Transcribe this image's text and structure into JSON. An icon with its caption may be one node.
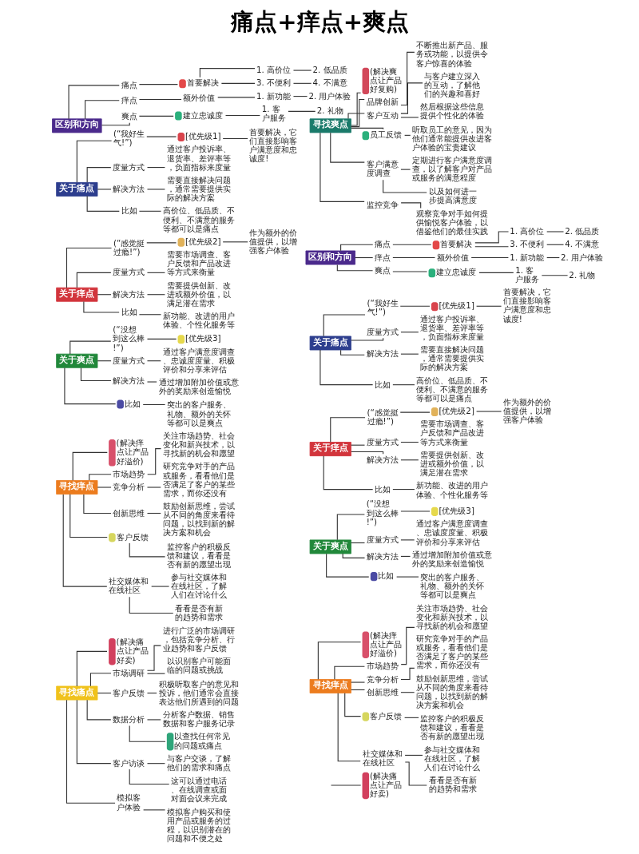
{
  "diagram": {
    "title": "痛点+痒点+爽点",
    "nodes": [
      {
        "text": [
          "区别和方向"
        ]
      },
      {
        "text": [
          "痛点"
        ]
      },
      {
        "text": [
          "首要解决"
        ]
      },
      {
        "text": [
          "1. 高价位"
        ]
      },
      {
        "text": [
          "2. 低品质"
        ]
      },
      {
        "text": [
          "3. 不便利"
        ]
      },
      {
        "text": [
          "4. 不满意"
        ]
      },
      {
        "text": [
          "痒点"
        ]
      },
      {
        "text": [
          "额外价值"
        ]
      },
      {
        "text": [
          "1. 新功能"
        ]
      },
      {
        "text": [
          "2. 用户体验"
        ]
      },
      {
        "text": [
          "爽点"
        ]
      },
      {
        "text": [
          "建立忠诚度"
        ]
      },
      {
        "text": [
          "1. 客户服务"
        ]
      },
      {
        "text": [
          "2. 礼物"
        ]
      },
      {
        "text": [
          "关于痛点"
        ]
      },
      {
        "text": [
          "(“我好生气!”)"
        ]
      },
      {
        "text": [
          "[优先级1]"
        ]
      },
      {
        "text": [
          "首要解决，它们直接影响客户满意度和忠诚度!"
        ]
      },
      {
        "text": [
          "度量方式"
        ]
      },
      {
        "text": [
          "通过客户投诉率、退货率、差评率等，负面指标来度量"
        ]
      },
      {
        "text": [
          "解决方法"
        ]
      },
      {
        "text": [
          "需要直接解决问题，通常需要提供实际的解决方案"
        ]
      },
      {
        "text": [
          "比如"
        ]
      },
      {
        "text": [
          "高价位、低品质、不便利、不满意的服务等都可以是痛点"
        ]
      },
      {
        "text": [
          "关于痒点"
        ]
      },
      {
        "text": [
          "(“感觉挺过瘾!”)"
        ]
      },
      {
        "text": [
          "[优先级2]"
        ]
      },
      {
        "text": [
          "作为额外的价值提供，以增强客户体验"
        ]
      },
      {
        "text": [
          "度量方式"
        ]
      },
      {
        "text": [
          "需要市场调查、客户反馈和产品改进等方式来衡量"
        ]
      },
      {
        "text": [
          "解决方法"
        ]
      },
      {
        "text": [
          "需要提供创新、改进或额外价值，以满足潜在需求"
        ]
      },
      {
        "text": [
          "比如"
        ]
      },
      {
        "text": [
          "新功能、改进的用户体验、个性化服务等"
        ]
      },
      {
        "text": [
          "关于爽点"
        ]
      },
      {
        "text": [
          "(“没想到这么棒!”)"
        ]
      },
      {
        "text": [
          "[优先级3]"
        ]
      },
      {
        "text": [
          "度量方式"
        ]
      },
      {
        "text": [
          "通过客户满意度调查、忠诚度度量、积极评价和分享来评估"
        ]
      },
      {
        "text": [
          "解决方法"
        ]
      },
      {
        "text": [
          "通过增加附加价值或意外的奖励来创造愉悦"
        ]
      },
      {
        "text": [
          "比如"
        ]
      },
      {
        "text": [
          "突出的客户服务、礼物、额外的关怀等都可以是爽点"
        ]
      },
      {
        "text": [
          "寻找痒点"
        ]
      },
      {
        "text": [
          "(解决痒点让产品好溢价)"
        ]
      },
      {
        "text": [
          "市场趋势"
        ]
      },
      {
        "text": [
          "关注市场趋势、社会变化和新兴技术，以寻找新的机会和愿望"
        ]
      },
      {
        "text": [
          "竞争分析"
        ]
      },
      {
        "text": [
          "研究竞争对手的产品或服务，看看他们是否满足了客户的某些需求，而你还没有"
        ]
      },
      {
        "text": [
          "创新思维"
        ]
      },
      {
        "text": [
          "鼓励创新思维，尝试从不同的角度来看待问题，以找到新的解决方案和机会"
        ]
      },
      {
        "text": [
          "客户反馈"
        ]
      },
      {
        "text": [
          "监控客户的积极反馈和建议，看看是否有新的愿望出现"
        ]
      },
      {
        "text": [
          "社交媒体和在线社区"
        ]
      },
      {
        "text": [
          "参与社交媒体和在线社区，了解人们在讨论什么"
        ]
      },
      {
        "text": [
          "看看是否有新的趋势和需求"
        ]
      },
      {
        "text": [
          "寻找痛点"
        ]
      },
      {
        "text": [
          "(解决痛点让产品好卖)"
        ]
      },
      {
        "text": [
          "市场调研"
        ]
      },
      {
        "text": [
          "进行广泛的市场调研，包括竞争分析、行业趋势和客户反馈"
        ]
      },
      {
        "text": [
          "以识别客户可能面临的问题或挑战"
        ]
      },
      {
        "text": [
          "客户反馈"
        ]
      },
      {
        "text": [
          "积极听取客户的意见和投诉，他们通常会直接表达他们所遇到的问题"
        ]
      },
      {
        "text": [
          "数据分析"
        ]
      },
      {
        "text": [
          "分析客户数据、销售数据和客户服务记录"
        ]
      },
      {
        "text": [
          "以查找任何常见的问题或痛点"
        ]
      },
      {
        "text": [
          "客户访谈"
        ]
      },
      {
        "text": [
          "与客户交谈，了解他们的需求和痛点"
        ]
      },
      {
        "text": [
          "这可以通过电话、在线调查或面对面会议来完成"
        ]
      },
      {
        "text": [
          "模拟客户体验"
        ]
      },
      {
        "text": [
          "模拟客户购买和使用产品或服务的过程，以识别潜在的问题和不便之处"
        ]
      },
      {
        "text": [
          "寻找爽点"
        ]
      },
      {
        "text": [
          "(解决爽点让产品好复购)"
        ]
      },
      {
        "text": [
          "品牌创新"
        ]
      },
      {
        "text": [
          "不断推出新产品、服务或功能，以提供令客户惊喜的体验"
        ]
      },
      {
        "text": [
          "客户互动"
        ]
      },
      {
        "text": [
          "与客户建立深入的互动，了解他们的兴趣和喜好"
        ]
      },
      {
        "text": [
          "然后根据这些信息提供个性化的体验"
        ]
      },
      {
        "text": [
          "员工反馈"
        ]
      },
      {
        "text": [
          "听取员工的意见，因为他们通常能提供改进客户体验的宝贵建议"
        ]
      },
      {
        "text": [
          "客户满意度调查"
        ]
      },
      {
        "text": [
          "定期进行客户满意度调查，以了解客户对产品或服务的满意程度"
        ]
      },
      {
        "text": [
          "以及如何进一步提高满意度"
        ]
      },
      {
        "text": [
          "监控竞争"
        ]
      },
      {
        "text": [
          "观察竞争对手如何提供愉悦客户体验，以借鉴他们的最佳实践"
        ]
      },
      {
        "text": [
          "区别和方向"
        ]
      },
      {
        "text": [
          "痛点"
        ]
      },
      {
        "text": [
          "首要解决"
        ]
      },
      {
        "text": [
          "1. 高价位"
        ]
      },
      {
        "text": [
          "2. 低品质"
        ]
      },
      {
        "text": [
          "3. 不便利"
        ]
      },
      {
        "text": [
          "4. 不满意"
        ]
      },
      {
        "text": [
          "痒点"
        ]
      },
      {
        "text": [
          "额外价值"
        ]
      },
      {
        "text": [
          "1. 新功能"
        ]
      },
      {
        "text": [
          "2. 用户体验"
        ]
      },
      {
        "text": [
          "爽点"
        ]
      },
      {
        "text": [
          "建立忠诚度"
        ]
      },
      {
        "text": [
          "1. 客户服务"
        ]
      },
      {
        "text": [
          "2. 礼物"
        ]
      },
      {
        "text": [
          "关于痛点"
        ]
      },
      {
        "text": [
          "(“我好生气!”)"
        ]
      },
      {
        "text": [
          "[优先级1]"
        ]
      },
      {
        "text": [
          "首要解决，它们直接影响客户满意度和忠诚度!"
        ]
      },
      {
        "text": [
          "度量方式"
        ]
      },
      {
        "text": [
          "通过客户投诉率、退货率、差评率等，负面指标来度量"
        ]
      },
      {
        "text": [
          "解决方法"
        ]
      },
      {
        "text": [
          "需要直接解决问题，通常需要提供实际的解决方案"
        ]
      },
      {
        "text": [
          "比如"
        ]
      },
      {
        "text": [
          "高价位、低品质、不便利、不满意的服务等都可以是痛点"
        ]
      },
      {
        "text": [
          "关于痒点"
        ]
      },
      {
        "text": [
          "(“感觉挺过瘾!”)"
        ]
      },
      {
        "text": [
          "[优先级2]"
        ]
      },
      {
        "text": [
          "作为额外的价值提供，以增强客户体验"
        ]
      },
      {
        "text": [
          "度量方式"
        ]
      },
      {
        "text": [
          "需要市场调查、客户反馈和产品改进等方式来衡量"
        ]
      },
      {
        "text": [
          "解决方法"
        ]
      },
      {
        "text": [
          "需要提供创新、改进或额外价值，以满足潜在需求"
        ]
      },
      {
        "text": [
          "比如"
        ]
      },
      {
        "text": [
          "新功能、改进的用户体验、个性化服务等"
        ]
      },
      {
        "text": [
          "关于爽点"
        ]
      },
      {
        "text": [
          "(“没想到这么棒!”)"
        ]
      },
      {
        "text": [
          "[优先级3]"
        ]
      },
      {
        "text": [
          "度量方式"
        ]
      },
      {
        "text": [
          "通过客户满意度调查、忠诚度度量、积极评价和分享来评估"
        ]
      },
      {
        "text": [
          "解决方法"
        ]
      },
      {
        "text": [
          "通过增加附加价值或意外的奖励来创造愉悦"
        ]
      },
      {
        "text": [
          "比如"
        ]
      },
      {
        "text": [
          "突出的客户服务、礼物、额外的关怀等都可以是爽点"
        ]
      },
      {
        "text": [
          "寻找痒点"
        ]
      },
      {
        "text": [
          "(解决痒点让产品好溢价)"
        ]
      },
      {
        "text": [
          "市场趋势"
        ]
      },
      {
        "text": [
          "关注市场趋势、社会变化和新兴技术，以寻找新的机会和愿望"
        ]
      },
      {
        "text": [
          "竞争分析"
        ]
      },
      {
        "text": [
          "研究竞争对手的产品或服务，看看他们是否满足了客户的某些需求，而你还没有"
        ]
      },
      {
        "text": [
          "创新思维"
        ]
      },
      {
        "text": [
          "鼓励创新思维，尝试从不同的角度来看待问题，以找到新的解决方案和机会"
        ]
      },
      {
        "text": [
          "客户反馈"
        ]
      },
      {
        "text": [
          "监控客户的积极反馈和建议，看看是否有新的愿望出现"
        ]
      },
      {
        "text": [
          "社交媒体和在线社区"
        ]
      },
      {
        "text": [
          "参与社交媒体和在线社区，了解人们在讨论什么"
        ]
      },
      {
        "text": [
          "看看是否有新的趋势和需求"
        ]
      },
      {
        "text": [
          "(解决痛点让产品好卖)"
        ]
      }
    ],
    "edges": [
      {
        "from": 0,
        "to": 1,
        "arrow": "none"
      },
      {
        "from": 1,
        "to": 2,
        "arrow": "none"
      },
      {
        "from": 2,
        "to": 3,
        "arrow": "none"
      },
      {
        "from": 3,
        "to": 4,
        "arrow": "none"
      },
      {
        "from": 2,
        "to": 5,
        "arrow": "none"
      },
      {
        "from": 5,
        "to": 6,
        "arrow": "none"
      },
      {
        "from": 0,
        "to": 7,
        "arrow": "none"
      },
      {
        "from": 7,
        "to": 8,
        "arrow": "none"
      },
      {
        "from": 8,
        "to": 9,
        "arrow": "none"
      },
      {
        "from": 9,
        "to": 10,
        "arrow": "none"
      },
      {
        "from": 0,
        "to": 11,
        "arrow": "none"
      },
      {
        "from": 11,
        "to": 12,
        "arrow": "none"
      },
      {
        "from": 12,
        "to": 13,
        "arrow": "none"
      },
      {
        "from": 13,
        "to": 14,
        "arrow": "none"
      },
      {
        "from": 15,
        "to": 16,
        "arrow": "none"
      },
      {
        "from": 16,
        "to": 17,
        "arrow": "none"
      },
      {
        "from": 17,
        "to": 18,
        "arrow": "none"
      },
      {
        "from": 15,
        "to": 19,
        "arrow": "none"
      },
      {
        "from": 19,
        "to": 20,
        "arrow": "none"
      },
      {
        "from": 15,
        "to": 21,
        "arrow": "none"
      },
      {
        "from": 21,
        "to": 22,
        "arrow": "none"
      },
      {
        "from": 15,
        "to": 23,
        "arrow": "none"
      },
      {
        "from": 23,
        "to": 24,
        "arrow": "none"
      },
      {
        "from": 25,
        "to": 26,
        "arrow": "none"
      },
      {
        "from": 26,
        "to": 27,
        "arrow": "none"
      },
      {
        "from": 27,
        "to": 28,
        "arrow": "none"
      },
      {
        "from": 25,
        "to": 29,
        "arrow": "none"
      },
      {
        "from": 29,
        "to": 30,
        "arrow": "none"
      },
      {
        "from": 25,
        "to": 31,
        "arrow": "none"
      },
      {
        "from": 31,
        "to": 32,
        "arrow": "none"
      },
      {
        "from": 25,
        "to": 33,
        "arrow": "none"
      },
      {
        "from": 33,
        "to": 34,
        "arrow": "none"
      },
      {
        "from": 35,
        "to": 36,
        "arrow": "none"
      },
      {
        "from": 36,
        "to": 37,
        "arrow": "none"
      },
      {
        "from": 35,
        "to": 38,
        "arrow": "none"
      },
      {
        "from": 38,
        "to": 39,
        "arrow": "none"
      },
      {
        "from": 35,
        "to": 40,
        "arrow": "none"
      },
      {
        "from": 40,
        "to": 41,
        "arrow": "none"
      },
      {
        "from": 35,
        "to": 42,
        "arrow": "none"
      },
      {
        "from": 42,
        "to": 43,
        "arrow": "none"
      },
      {
        "from": 44,
        "to": 45,
        "arrow": "none"
      },
      {
        "from": 44,
        "to": 46,
        "arrow": "none"
      },
      {
        "from": 46,
        "to": 47,
        "arrow": "none"
      },
      {
        "from": 44,
        "to": 48,
        "arrow": "none"
      },
      {
        "from": 48,
        "to": 49,
        "arrow": "none"
      },
      {
        "from": 44,
        "to": 50,
        "arrow": "none"
      },
      {
        "from": 50,
        "to": 51,
        "arrow": "none"
      },
      {
        "from": 44,
        "to": 52,
        "arrow": "none"
      },
      {
        "from": 52,
        "to": 53,
        "arrow": "none"
      },
      {
        "from": 44,
        "to": 54,
        "arrow": "none"
      },
      {
        "from": 54,
        "to": 55,
        "arrow": "none"
      },
      {
        "from": 54,
        "to": 56,
        "arrow": "none"
      },
      {
        "from": 57,
        "to": 58,
        "arrow": "none"
      },
      {
        "from": 57,
        "to": 59,
        "arrow": "none"
      },
      {
        "from": 59,
        "to": 60,
        "arrow": "none"
      },
      {
        "from": 59,
        "to": 61,
        "arrow": "none"
      },
      {
        "from": 57,
        "to": 62,
        "arrow": "none"
      },
      {
        "from": 62,
        "to": 63,
        "arrow": "none"
      },
      {
        "from": 57,
        "to": 64,
        "arrow": "none"
      },
      {
        "from": 64,
        "to": 65,
        "arrow": "none"
      },
      {
        "from": 64,
        "to": 66,
        "arrow": "none"
      },
      {
        "from": 57,
        "to": 67,
        "arrow": "none"
      },
      {
        "from": 67,
        "to": 68,
        "arrow": "none"
      },
      {
        "from": 67,
        "to": 69,
        "arrow": "none"
      },
      {
        "from": 57,
        "to": 70,
        "arrow": "none"
      },
      {
        "from": 70,
        "to": 71,
        "arrow": "none"
      },
      {
        "from": 72,
        "to": 73,
        "arrow": "none"
      },
      {
        "from": 72,
        "to": 74,
        "arrow": "none"
      },
      {
        "from": 74,
        "to": 75,
        "arrow": "none"
      },
      {
        "from": 72,
        "to": 76,
        "arrow": "none"
      },
      {
        "from": 76,
        "to": 77,
        "arrow": "none"
      },
      {
        "from": 76,
        "to": 78,
        "arrow": "none"
      },
      {
        "from": 72,
        "to": 79,
        "arrow": "none"
      },
      {
        "from": 79,
        "to": 80,
        "arrow": "none"
      },
      {
        "from": 72,
        "to": 81,
        "arrow": "none"
      },
      {
        "from": 81,
        "to": 82,
        "arrow": "none"
      },
      {
        "from": 81,
        "to": 83,
        "arrow": "none"
      },
      {
        "from": 72,
        "to": 84,
        "arrow": "none"
      },
      {
        "from": 84,
        "to": 85,
        "arrow": "none"
      },
      {
        "from": 86,
        "to": 87,
        "arrow": "none"
      },
      {
        "from": 87,
        "to": 88,
        "arrow": "none"
      },
      {
        "from": 88,
        "to": 89,
        "arrow": "none"
      },
      {
        "from": 89,
        "to": 90,
        "arrow": "none"
      },
      {
        "from": 88,
        "to": 91,
        "arrow": "none"
      },
      {
        "from": 91,
        "to": 92,
        "arrow": "none"
      },
      {
        "from": 86,
        "to": 93,
        "arrow": "none"
      },
      {
        "from": 93,
        "to": 94,
        "arrow": "none"
      },
      {
        "from": 94,
        "to": 95,
        "arrow": "none"
      },
      {
        "from": 95,
        "to": 96,
        "arrow": "none"
      },
      {
        "from": 86,
        "to": 97,
        "arrow": "none"
      },
      {
        "from": 97,
        "to": 98,
        "arrow": "none"
      },
      {
        "from": 98,
        "to": 99,
        "arrow": "none"
      },
      {
        "from": 99,
        "to": 100,
        "arrow": "none"
      },
      {
        "from": 101,
        "to": 102,
        "arrow": "none"
      },
      {
        "from": 102,
        "to": 103,
        "arrow": "none"
      },
      {
        "from": 103,
        "to": 104,
        "arrow": "none"
      },
      {
        "from": 101,
        "to": 105,
        "arrow": "none"
      },
      {
        "from": 105,
        "to": 106,
        "arrow": "none"
      },
      {
        "from": 101,
        "to": 107,
        "arrow": "none"
      },
      {
        "from": 107,
        "to": 108,
        "arrow": "none"
      },
      {
        "from": 101,
        "to": 109,
        "arrow": "none"
      },
      {
        "from": 109,
        "to": 110,
        "arrow": "none"
      },
      {
        "from": 111,
        "to": 112,
        "arrow": "none"
      },
      {
        "from": 112,
        "to": 113,
        "arrow": "none"
      },
      {
        "from": 113,
        "to": 114,
        "arrow": "none"
      },
      {
        "from": 111,
        "to": 115,
        "arrow": "none"
      },
      {
        "from": 115,
        "to": 116,
        "arrow": "none"
      },
      {
        "from": 111,
        "to": 117,
        "arrow": "none"
      },
      {
        "from": 117,
        "to": 118,
        "arrow": "none"
      },
      {
        "from": 111,
        "to": 119,
        "arrow": "none"
      },
      {
        "from": 119,
        "to": 120,
        "arrow": "none"
      },
      {
        "from": 121,
        "to": 122,
        "arrow": "none"
      },
      {
        "from": 122,
        "to": 123,
        "arrow": "none"
      },
      {
        "from": 121,
        "to": 124,
        "arrow": "none"
      },
      {
        "from": 124,
        "to": 125,
        "arrow": "none"
      },
      {
        "from": 121,
        "to": 126,
        "arrow": "none"
      },
      {
        "from": 126,
        "to": 127,
        "arrow": "none"
      },
      {
        "from": 121,
        "to": 128,
        "arrow": "none"
      },
      {
        "from": 128,
        "to": 129,
        "arrow": "none"
      },
      {
        "from": 130,
        "to": 131,
        "arrow": "none"
      },
      {
        "from": 130,
        "to": 132,
        "arrow": "none"
      },
      {
        "from": 132,
        "to": 133,
        "arrow": "none"
      },
      {
        "from": 130,
        "to": 134,
        "arrow": "none"
      },
      {
        "from": 134,
        "to": 135,
        "arrow": "none"
      },
      {
        "from": 130,
        "to": 136,
        "arrow": "none"
      },
      {
        "from": 136,
        "to": 137,
        "arrow": "none"
      },
      {
        "from": 130,
        "to": 138,
        "arrow": "none"
      },
      {
        "from": 138,
        "to": 139,
        "arrow": "none"
      },
      {
        "from": 130,
        "to": 140,
        "arrow": "none"
      },
      {
        "from": 140,
        "to": 141,
        "arrow": "none"
      },
      {
        "from": 140,
        "to": 142,
        "arrow": "none"
      },
      {
        "from": null,
        "to": 143,
        "arrow": "none"
      }
    ]
  }
}
